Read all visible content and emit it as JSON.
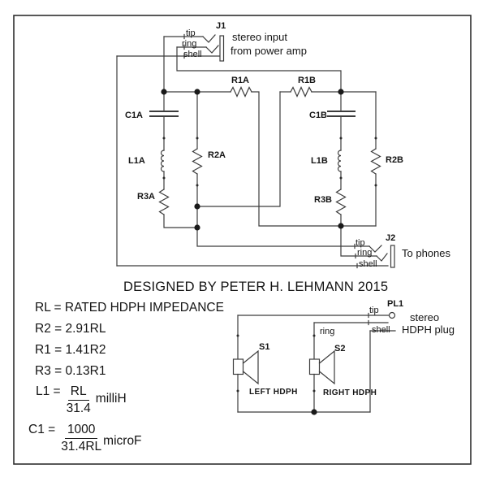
{
  "canvas": {
    "background": "#ffffff",
    "line_color": "#3c3c3c",
    "text_color": "#141414"
  },
  "header": {
    "title": "DESIGNED BY PETER H. LEHMANN 2015"
  },
  "input_jack": {
    "ref": "J1",
    "pins": {
      "tip": "tip",
      "ring": "ring",
      "shell": "shell"
    },
    "caption_line1": "stereo input",
    "caption_line2": "from power amp"
  },
  "output_jack": {
    "ref": "J2",
    "pins": {
      "tip": "tip",
      "ring": "ring",
      "shell": "shell"
    },
    "caption": "To phones"
  },
  "components": {
    "r1a": "R1A",
    "r1b": "R1B",
    "c1a": "C1A",
    "c1b": "C1B",
    "l1a": "L1A",
    "l1b": "L1B",
    "r2a": "R2A",
    "r2b": "R2B",
    "r3a": "R3A",
    "r3b": "R3B"
  },
  "formulas": {
    "rl": "RL = RATED HDPH IMPEDANCE",
    "r2": "R2 = 2.91RL",
    "r1": "R1 = 1.41R2",
    "r3": "R3 = 0.13R1",
    "l1": {
      "lhs": "L1 =",
      "num": "RL",
      "den": "31.4",
      "unit": "milliH"
    },
    "c1": {
      "lhs": "C1 =",
      "num": "1000",
      "den": "31.4RL",
      "unit": "microF"
    }
  },
  "headphone_assembly": {
    "plug": {
      "ref": "PL1",
      "pins": {
        "tip": "tip",
        "ring": "ring",
        "shell": "shell"
      },
      "caption_line1": "stereo",
      "caption_line2": "HDPH plug"
    },
    "speakers": {
      "s1": {
        "ref": "S1",
        "label": "LEFT HDPH"
      },
      "s2": {
        "ref": "S2",
        "label": "RIGHT HDPH"
      }
    }
  }
}
